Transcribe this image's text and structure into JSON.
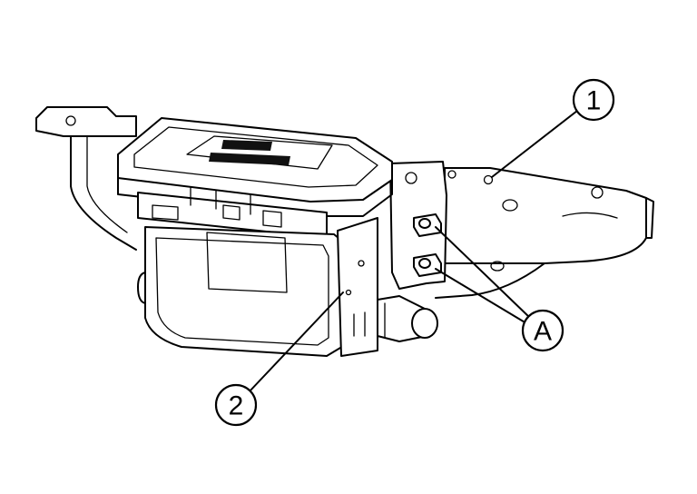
{
  "callouts": [
    {
      "id": "1",
      "label": "1"
    },
    {
      "id": "2",
      "label": "2"
    },
    {
      "id": "A",
      "label": "A"
    }
  ]
}
